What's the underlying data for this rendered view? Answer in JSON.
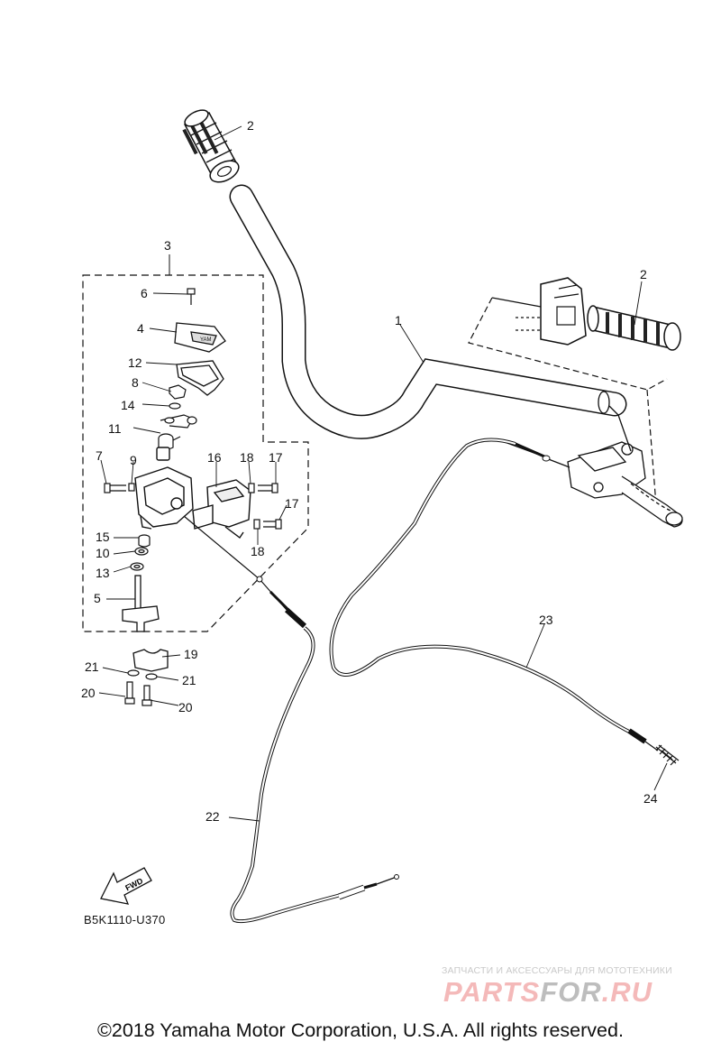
{
  "callouts": {
    "c1": "1",
    "c2a": "2",
    "c2b": "2",
    "c3": "3",
    "c4": "4",
    "c5": "5",
    "c6": "6",
    "c7": "7",
    "c8": "8",
    "c9": "9",
    "c10": "10",
    "c11": "11",
    "c12": "12",
    "c13": "13",
    "c14": "14",
    "c15": "15",
    "c16": "16",
    "c17a": "17",
    "c17b": "17",
    "c18a": "18",
    "c18b": "18",
    "c19": "19",
    "c20a": "20",
    "c20b": "20",
    "c21a": "21",
    "c21b": "21",
    "c22": "22",
    "c23": "23",
    "c24": "24"
  },
  "fwd_label": "FWD",
  "diagram_code": "B5K1110-U370",
  "watermark": {
    "tagline": "ЗАПЧАСТИ И АКСЕССУАРЫ ДЛЯ МОТОТЕХНИКИ",
    "logo_part1": "PARTS",
    "logo_part2": "FOR",
    "logo_part3": ".RU"
  },
  "copyright": "©2018 Yamaha Motor Corporation, U.S.A. All rights reserved."
}
